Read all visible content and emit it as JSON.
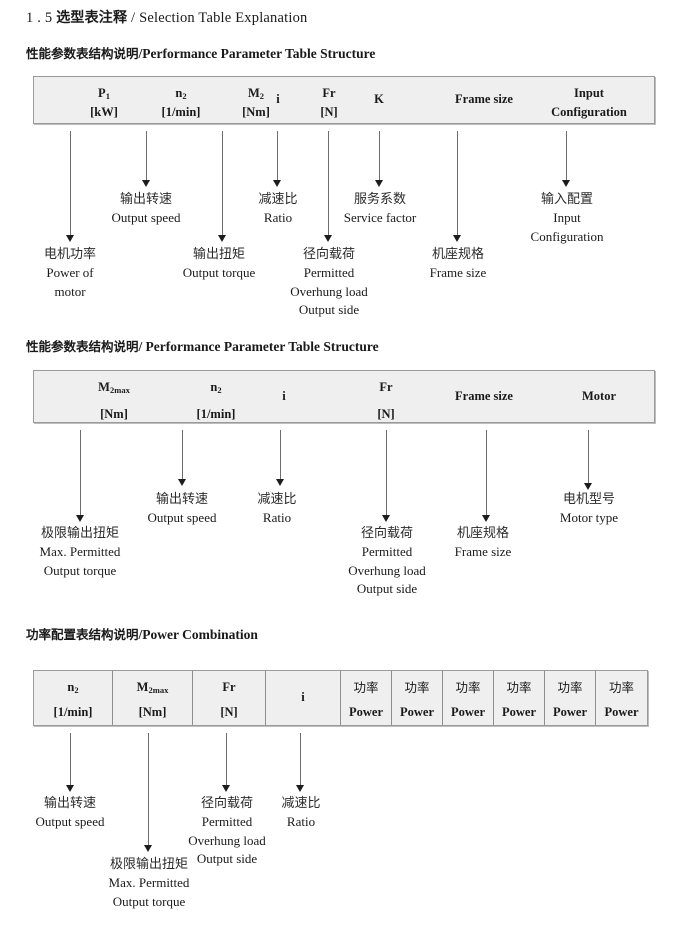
{
  "document": {
    "title_number": "1 . 5",
    "title_cn": "选型表注释",
    "title_sep": "/",
    "title_en": "Selection Table Explanation"
  },
  "sections": [
    {
      "id": "performance-parameter-structure-1",
      "heading_cn": "性能参数表结构说明",
      "heading_sep": "/",
      "heading_en": "Performance Parameter Table Structure",
      "table": {
        "divided": false,
        "columns": [
          {
            "line1": "P",
            "line1_sub": "1",
            "line2": "[kW]",
            "cn": false
          },
          {
            "line1": "n",
            "line1_sub": "2",
            "line2": "[1/min]",
            "cn": false
          },
          {
            "line1": "M",
            "line1_sub": "2",
            "line2": "[Nm]",
            "cn": false
          },
          {
            "line1": "i",
            "line1_sub": "",
            "line2": "",
            "cn": false
          },
          {
            "line1": "Fr",
            "line1_sub": "",
            "line2": "[N]",
            "cn": false
          },
          {
            "line1": "K",
            "line1_sub": "",
            "line2": "",
            "cn": false
          },
          {
            "line1": "Frame size",
            "line1_sub": "",
            "line2": "",
            "cn": false
          },
          {
            "line1": "Input",
            "line1_sub": "",
            "line2": "Configuration",
            "cn": false
          }
        ]
      },
      "callouts": [
        {
          "cn": "电机功率",
          "en": [
            "Power of",
            "motor"
          ]
        },
        {
          "cn": "输出转速",
          "en": [
            "Output speed"
          ]
        },
        {
          "cn": "输出扭矩",
          "en": [
            "Output torque"
          ]
        },
        {
          "cn": "减速比",
          "en": [
            "Ratio"
          ]
        },
        {
          "cn": "径向载荷",
          "en": [
            "Permitted",
            "Overhung load",
            "Output side"
          ]
        },
        {
          "cn": "服务系数",
          "en": [
            "Service factor"
          ]
        },
        {
          "cn": "机座规格",
          "en": [
            "Frame size"
          ]
        },
        {
          "cn": "输入配置",
          "en": [
            "Input",
            "Configuration"
          ]
        }
      ]
    },
    {
      "id": "performance-parameter-structure-2",
      "heading_cn": "性能参数表结构说明",
      "heading_sep": "/",
      "heading_en": "Performance Parameter Table Structure",
      "table": {
        "divided": false,
        "columns": [
          {
            "line1": "M",
            "line1_sub": "2max",
            "line2": "[Nm]",
            "cn": false
          },
          {
            "line1": "n",
            "line1_sub": "2",
            "line2": "[1/min]",
            "cn": false
          },
          {
            "line1": "i",
            "line1_sub": "",
            "line2": "",
            "cn": false
          },
          {
            "line1": "Fr",
            "line1_sub": "",
            "line2": "[N]",
            "cn": false
          },
          {
            "line1": "Frame size",
            "line1_sub": "",
            "line2": "",
            "cn": false
          },
          {
            "line1": "Motor",
            "line1_sub": "",
            "line2": "",
            "cn": false
          }
        ]
      },
      "callouts": [
        {
          "cn": "极限输出扭矩",
          "en": [
            "Max. Permitted",
            "Output  torque"
          ]
        },
        {
          "cn": "输出转速",
          "en": [
            "Output speed"
          ]
        },
        {
          "cn": "减速比",
          "en": [
            "Ratio"
          ]
        },
        {
          "cn": "径向载荷",
          "en": [
            "Permitted",
            "Overhung load",
            "Output side"
          ]
        },
        {
          "cn": "机座规格",
          "en": [
            "Frame size"
          ]
        },
        {
          "cn": "电机型号",
          "en": [
            "Motor type"
          ]
        }
      ]
    },
    {
      "id": "power-combination",
      "heading_cn": "功率配置表结构说明",
      "heading_sep": "/",
      "heading_en": "Power Combination",
      "table": {
        "divided": true,
        "columns": [
          {
            "line1": "n",
            "line1_sub": "2",
            "line2": "[1/min]",
            "cn": false
          },
          {
            "line1": "M",
            "line1_sub": "2max",
            "line2": "[Nm]",
            "cn": false
          },
          {
            "line1": "Fr",
            "line1_sub": "",
            "line2": "[N]",
            "cn": false
          },
          {
            "line1": "i",
            "line1_sub": "",
            "line2": "",
            "cn": false
          },
          {
            "line1": "功率",
            "line1_sub": "",
            "line2": "Power",
            "cn": true
          },
          {
            "line1": "功率",
            "line1_sub": "",
            "line2": "Power",
            "cn": true
          },
          {
            "line1": "功率",
            "line1_sub": "",
            "line2": "Power",
            "cn": true
          },
          {
            "line1": "功率",
            "line1_sub": "",
            "line2": "Power",
            "cn": true
          },
          {
            "line1": "功率",
            "line1_sub": "",
            "line2": "Power",
            "cn": true
          },
          {
            "line1": "功率",
            "line1_sub": "",
            "line2": "Power",
            "cn": true
          }
        ]
      },
      "callouts": [
        {
          "cn": "输出转速",
          "en": [
            "Output speed"
          ]
        },
        {
          "cn": "极限输出扭矩",
          "en": [
            "Max. Permitted",
            "Output  torque"
          ]
        },
        {
          "cn": "径向载荷",
          "en": [
            "Permitted",
            "Overhung load",
            "Output side"
          ]
        },
        {
          "cn": "减速比",
          "en": [
            "Ratio"
          ]
        }
      ]
    }
  ]
}
